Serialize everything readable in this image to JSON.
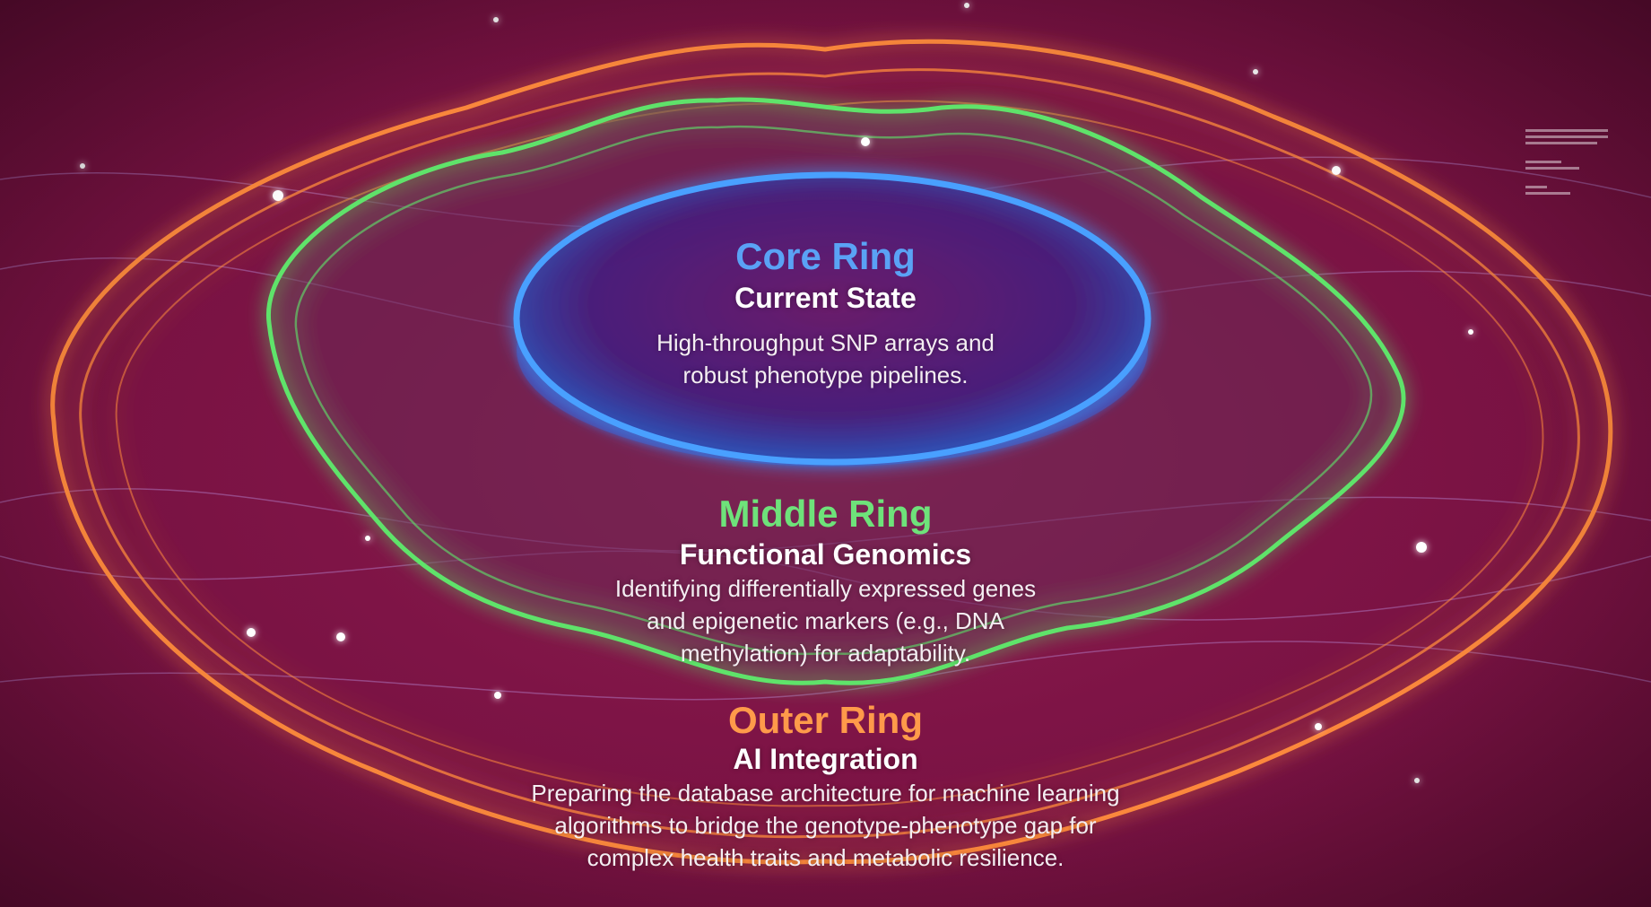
{
  "colors": {
    "background": "#7e1446",
    "core": "#4aa0ff",
    "middle": "#5fe36a",
    "outer": "#ff8a3d"
  },
  "rings": [
    {
      "id": "core",
      "title": "Core Ring",
      "subtitle": "Current State",
      "description": [
        "High-throughput SNP arrays and",
        "robust phenotype pipelines."
      ]
    },
    {
      "id": "middle",
      "title": "Middle Ring",
      "subtitle": "Functional Genomics",
      "description": [
        "Identifying differentially expressed genes",
        "and epigenetic markers (e.g., DNA",
        "methylation) for adaptability."
      ]
    },
    {
      "id": "outer",
      "title": "Outer Ring",
      "subtitle": "AI Integration",
      "description": [
        "Preparing the database architecture for machine learning",
        "algorithms to bridge the genotype-phenotype gap for",
        "complex health traits and metabolic resilience."
      ]
    }
  ]
}
